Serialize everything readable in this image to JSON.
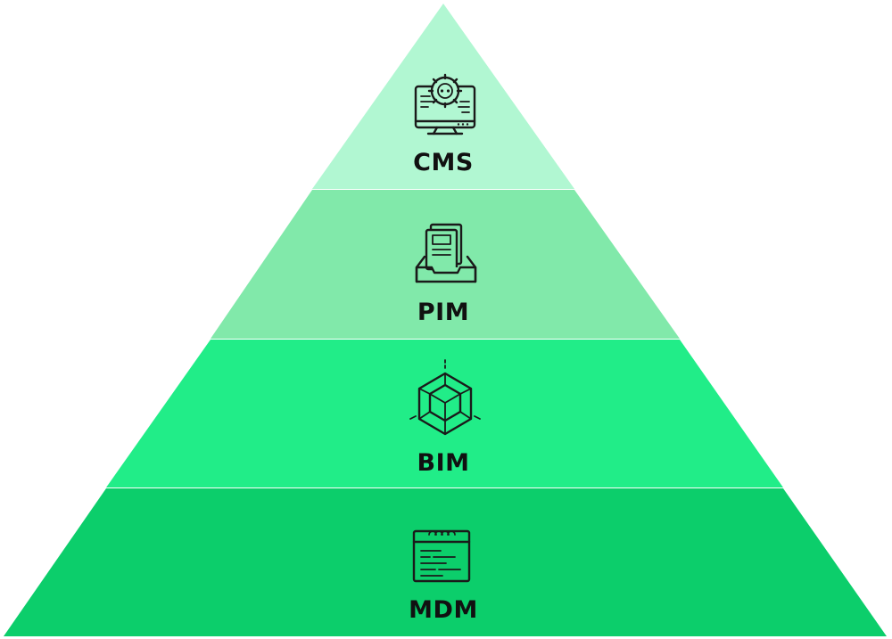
{
  "pyramid": {
    "tiers": [
      {
        "label": "CMS",
        "icon": "monitor-gear-icon",
        "color": "#b1f7d2"
      },
      {
        "label": "PIM",
        "icon": "document-tray-icon",
        "color": "#81e9aa"
      },
      {
        "label": "BIM",
        "icon": "hexagon-cube-icon",
        "color": "#21ed88"
      },
      {
        "label": "MDM",
        "icon": "calendar-list-icon",
        "color": "#0cce6b"
      }
    ]
  }
}
